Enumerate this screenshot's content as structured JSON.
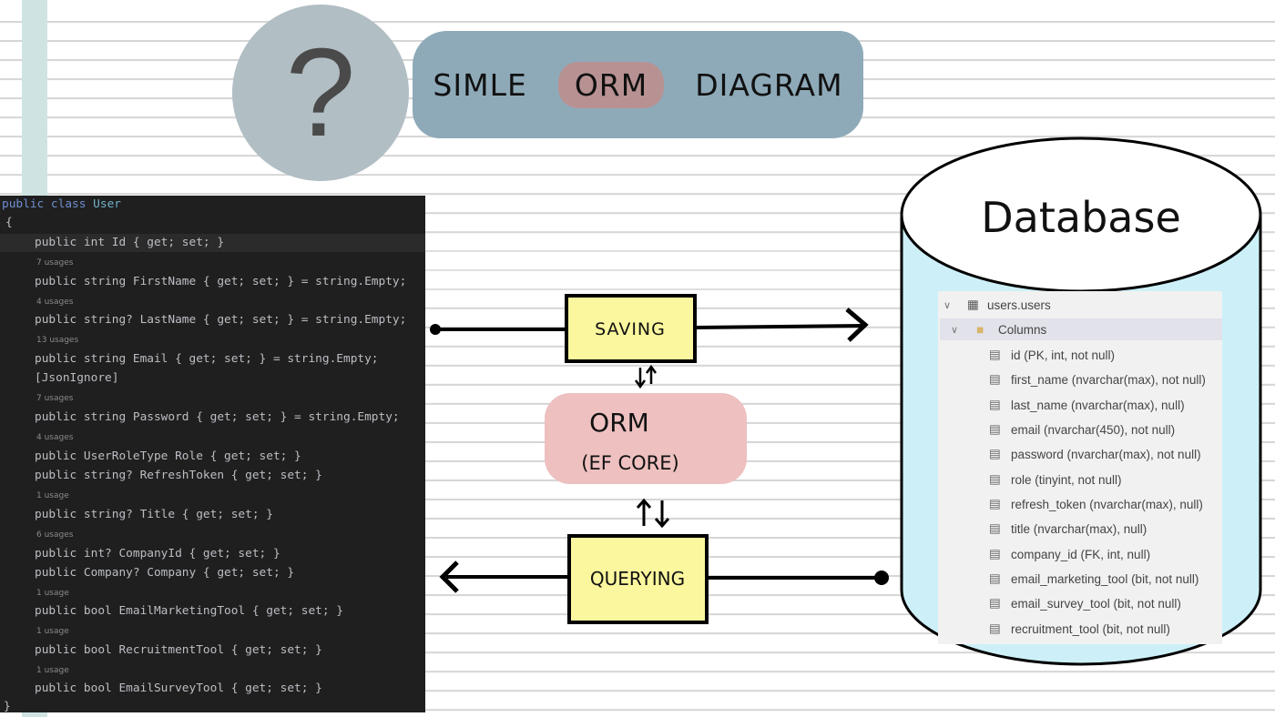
{
  "title": {
    "part1": "SIMLE",
    "highlight": "ORM",
    "part2": "DIAGRAM"
  },
  "question_mark": "?",
  "code": {
    "lines": [
      "public class User",
      "{",
      "public int Id { get; set; }",
      "7 usages",
      "public string FirstName { get; set; } = string.Empty;",
      "4 usages",
      "public string? LastName { get; set; } = string.Empty;",
      "13 usages",
      "public string Email { get; set; } = string.Empty;",
      "[JsonIgnore]",
      "7 usages",
      "public string Password { get; set; } = string.Empty;",
      "4 usages",
      "public UserRoleType Role { get; set; }",
      "public string? RefreshToken { get; set; }",
      "1 usage",
      "public string? Title { get; set; }",
      "6 usages",
      "public int? CompanyId { get; set; }",
      "public Company? Company { get; set; }",
      "1 usage",
      "public bool EmailMarketingTool { get; set; }",
      "1 usage",
      "public bool RecruitmentTool { get; set; }",
      "1 usage",
      "public bool EmailSurveyTool { get; set; }",
      "}"
    ]
  },
  "diagram": {
    "saving": "SAVING",
    "orm_line1": "ORM",
    "orm_line2": "(EF CORE)",
    "querying": "QUERYING",
    "database": "Database"
  },
  "db_tree": {
    "table": "users.users",
    "folder": "Columns",
    "columns": [
      "id (PK, int, not null)",
      "first_name (nvarchar(max), not null)",
      "last_name (nvarchar(max), null)",
      "email (nvarchar(450), not null)",
      "password (nvarchar(max), not null)",
      "role (tinyint, not null)",
      "refresh_token (nvarchar(max), null)",
      "title (nvarchar(max), null)",
      "company_id (FK, int, null)",
      "email_marketing_tool (bit, not null)",
      "email_survey_tool (bit, not null)",
      "recruitment_tool (bit, not null)"
    ]
  },
  "colors": {
    "box_yellow": "#fbf79e",
    "orm_pink": "#eec0c0",
    "db_fill": "#cdf0f8",
    "title_blob": "#8eaab9",
    "circle": "#b1bec4",
    "code_bg": "#1f1f1f"
  }
}
